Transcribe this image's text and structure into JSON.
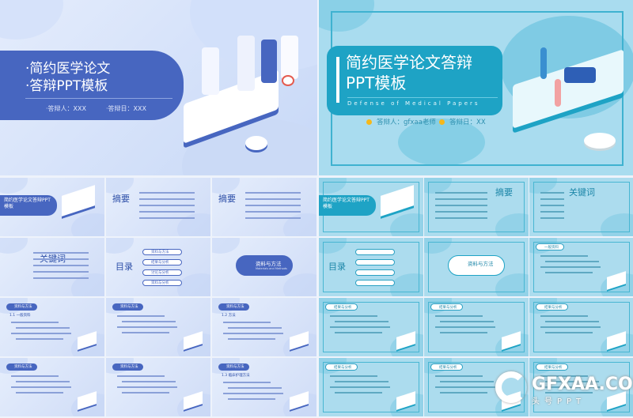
{
  "colors": {
    "blue_accent": "#4766c0",
    "teal_accent": "#1ea3c5",
    "teal_bg": "#a9dcef",
    "blue_bg": "#dbe6fb",
    "bullet_yellow": "#f6b81a"
  },
  "hero_blue": {
    "title_line1": "·简约医学论文",
    "title_line2": "·答辩PPT模板",
    "respondent": "·答辩人：XXX",
    "date": "·答辩日：XXX"
  },
  "hero_teal": {
    "title_line1": "简约医学论文答辩",
    "title_line2": "PPT模板",
    "subtitle": "Defense of Medical Papers",
    "respondent": "答辩人：gfxaa老师",
    "date": "答辩日：XX"
  },
  "blue_thumbs": [
    {
      "type": "cover",
      "title": "简约医学论文答辩PPT模板"
    },
    {
      "type": "big",
      "title": "摘要"
    },
    {
      "type": "big",
      "title": "摘要"
    },
    {
      "type": "big",
      "title": "关键词"
    },
    {
      "type": "toc",
      "title": "目录",
      "items": [
        "资料与方法",
        "结果与分析",
        "讨论与分析",
        "资料与分析"
      ]
    },
    {
      "type": "section",
      "title": "资料与方法",
      "sub": "Materials and Methods"
    },
    {
      "type": "pill",
      "title": "资料与方法",
      "heading": "1.1 一般资料"
    },
    {
      "type": "pill",
      "title": "资料与方法"
    },
    {
      "type": "pill",
      "title": "资料与方法",
      "heading": "1.2 方法"
    },
    {
      "type": "pill",
      "title": "资料与方法"
    },
    {
      "type": "pill",
      "title": "资料与方法"
    },
    {
      "type": "pill",
      "title": "资料与方法",
      "heading": "1.3 临床护理方法"
    }
  ],
  "teal_thumbs": [
    {
      "type": "cover",
      "title": "简约医学论文答辩PPT模板"
    },
    {
      "type": "big",
      "title": "摘要"
    },
    {
      "type": "big",
      "title": "关键词"
    },
    {
      "type": "toc",
      "title": "目录",
      "items": [
        "",
        "",
        "",
        ""
      ]
    },
    {
      "type": "section",
      "title": "资料与方法"
    },
    {
      "type": "pill",
      "title": "一般资料"
    },
    {
      "type": "pill",
      "title": "结果与分析"
    },
    {
      "type": "pill",
      "title": "结果与分析"
    },
    {
      "type": "pill",
      "title": "结果与分析"
    },
    {
      "type": "pill",
      "title": "结果与分析"
    },
    {
      "type": "pill",
      "title": "结果与分析"
    },
    {
      "type": "pill",
      "title": "结果与分析"
    }
  ],
  "watermark": {
    "brand": "GFXAA.COM",
    "sub": "头号PPT"
  }
}
